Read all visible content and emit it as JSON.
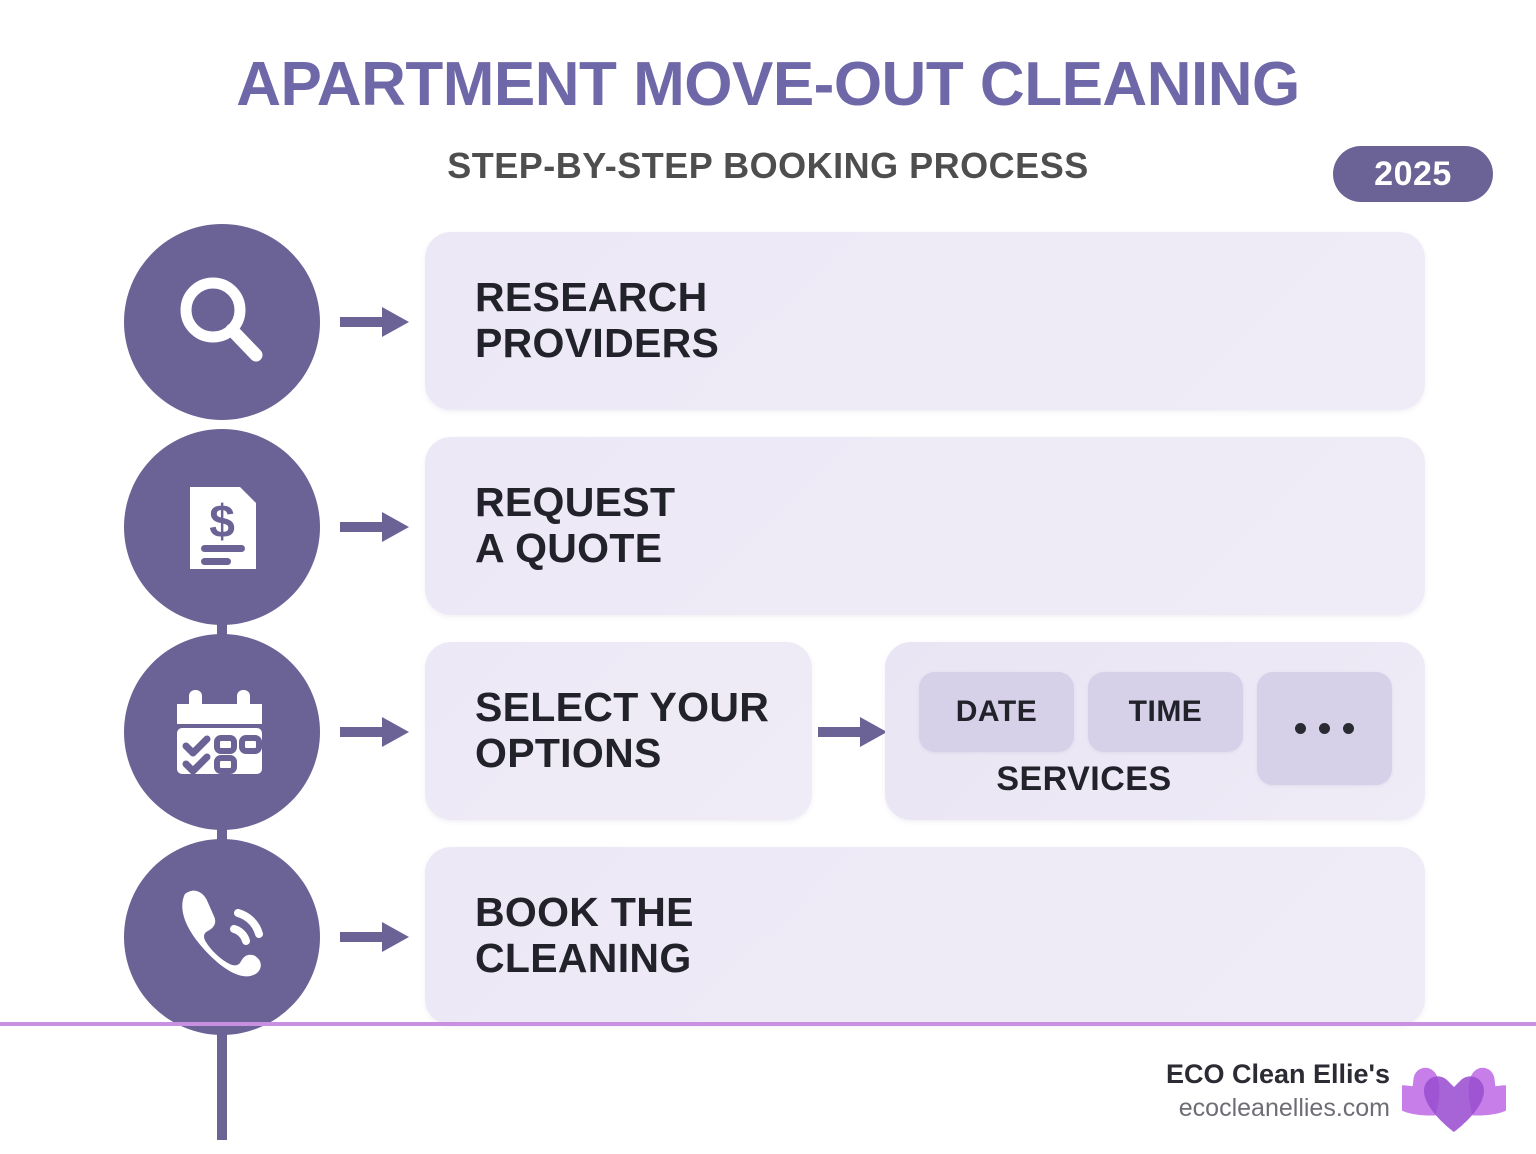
{
  "header": {
    "title": "APARTMENT MOVE-OUT CLEANING",
    "subtitle": "STEP-BY-STEP BOOKING PROCESS",
    "year_badge": "2025"
  },
  "colors": {
    "accent_purple": "#6b6396",
    "title_purple": "#6f68a8",
    "panel_lavender": "#ece8f6",
    "chip_lavender": "#d6d0e9",
    "divider_orchid": "#c98fe0",
    "text_dark": "#22222a",
    "subtitle_gray": "#4e4e4e"
  },
  "steps": [
    {
      "icon": "magnifier-icon",
      "label": "RESEARCH\nPROVIDERS"
    },
    {
      "icon": "invoice-dollar-icon",
      "label": "REQUEST\nA QUOTE"
    },
    {
      "icon": "calendar-checklist-icon",
      "label": "SELECT YOUR\nOPTIONS"
    },
    {
      "icon": "phone-call-icon",
      "label": "BOOK THE\nCLEANING"
    }
  ],
  "options_panel": {
    "chips": [
      {
        "label": "DATE",
        "kind": "text"
      },
      {
        "label": "TIME",
        "kind": "text"
      },
      {
        "label": "...",
        "kind": "ellipsis"
      }
    ],
    "caption": "SERVICES"
  },
  "footer": {
    "brand": "ECO Clean Ellie's",
    "website": "ecocleanellies.com",
    "logo_icon": "three-hearts-logo"
  }
}
